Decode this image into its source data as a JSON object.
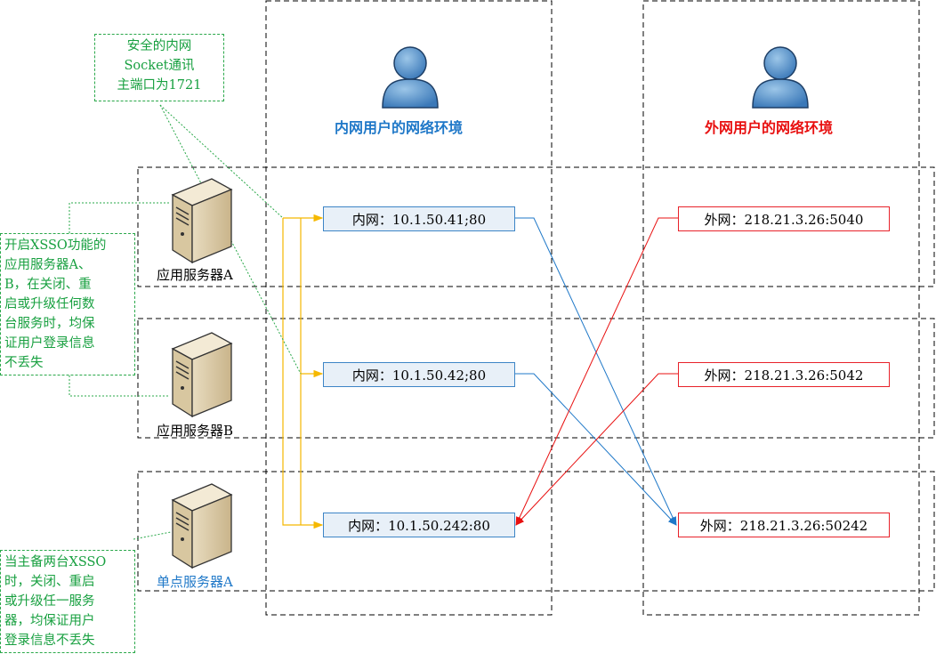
{
  "env": {
    "internal_label": "内网用户的网络环境",
    "external_label": "外网用户的网络环境"
  },
  "servers": [
    {
      "label": "应用服务器A",
      "color": "#000000"
    },
    {
      "label": "应用服务器B",
      "color": "#000000"
    },
    {
      "label": "单点服务器A",
      "color": "#1f78c8"
    }
  ],
  "internal_addresses": [
    "内网：10.1.50.41;80",
    "内网：10.1.50.42;80",
    "内网：10.1.50.242:80"
  ],
  "external_addresses": [
    "外网：218.21.3.26:5040",
    "外网：218.21.3.26:5042",
    "外网：218.21.3.26:50242"
  ],
  "notes": {
    "socket": [
      "安全的内网",
      "Socket通讯",
      "主端口为1721"
    ],
    "app_servers": [
      "开启XSSO功能的",
      "应用服务器A、",
      "B，在关闭、重",
      "启或升级任何数",
      "台服务时，均保",
      "证用户登录信息",
      "不丢失"
    ],
    "sso_server": [
      "当主备两台XSSO",
      "时，关闭、重启",
      "或升级任一服务",
      "器，均保证用户",
      "登录信息不丢失"
    ]
  },
  "colors": {
    "internal": "#1f78c8",
    "external": "#e81010",
    "socket_link": "#f5b800",
    "note": "#18a040"
  },
  "icons": [
    "user-icon",
    "server-icon"
  ]
}
